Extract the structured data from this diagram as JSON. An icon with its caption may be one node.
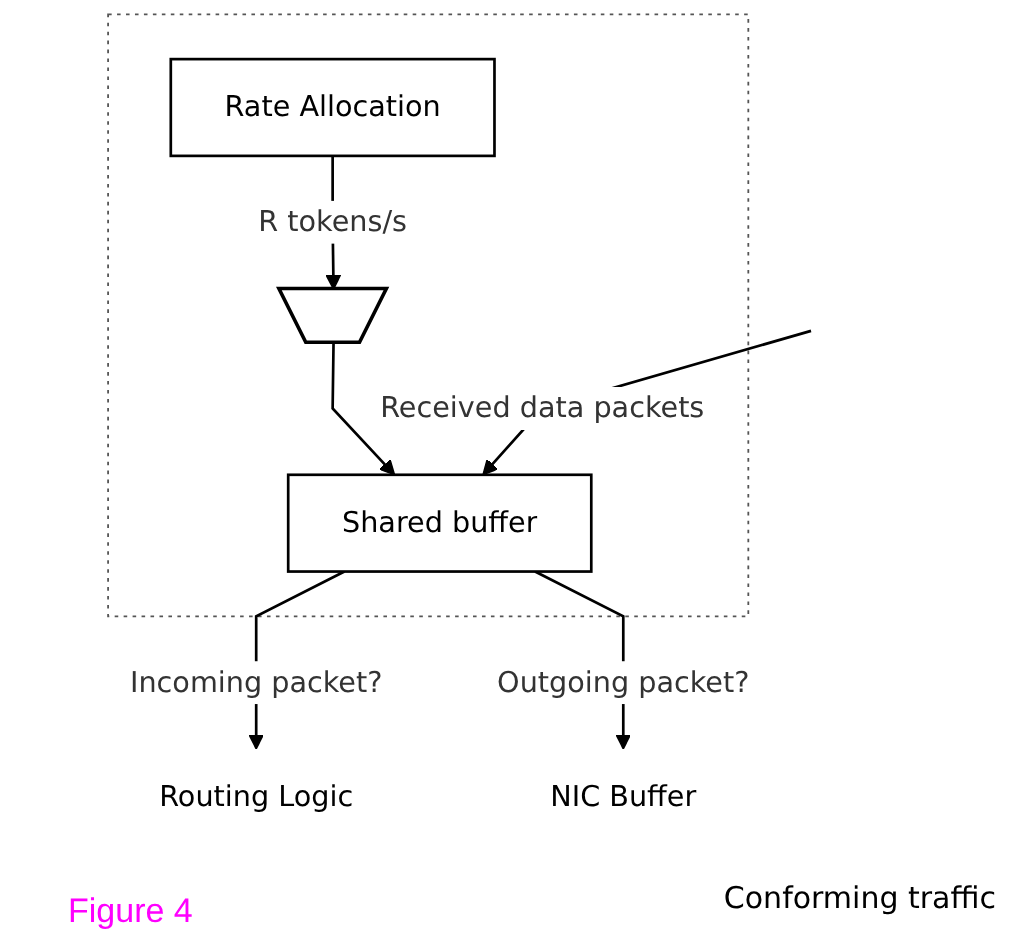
{
  "diagram": {
    "caption": "Figure 4",
    "nodes": [
      {
        "text": [],
        "shape": "box"
      },
      {
        "text": [
          "Rate Allocation"
        ],
        "in": 0
      },
      {
        "text": [],
        "shape": "bucket",
        "in": 0
      },
      {
        "text": [
          "Shared buffer"
        ],
        "in": 0
      },
      {
        "text": [
          "Routing Logic"
        ]
      },
      {
        "text": [
          "NIC Buffer"
        ]
      }
    ],
    "edges": [
      {
        "from": 1,
        "to": 2,
        "arrow": "to",
        "label": "R tokens/s"
      },
      {
        "from": 2,
        "to": 3,
        "arrow": "to"
      },
      {
        "from": null,
        "to": 3,
        "arrow": "to",
        "label": "Received data packets"
      },
      {
        "from": 3,
        "to": 4,
        "arrow": "to",
        "label": "Incoming packet?"
      },
      {
        "from": 3,
        "to": 5,
        "arrow": "to",
        "label": "Outgoing packet?"
      }
    ],
    "labels": [
      "Conforming traffic"
    ]
  }
}
